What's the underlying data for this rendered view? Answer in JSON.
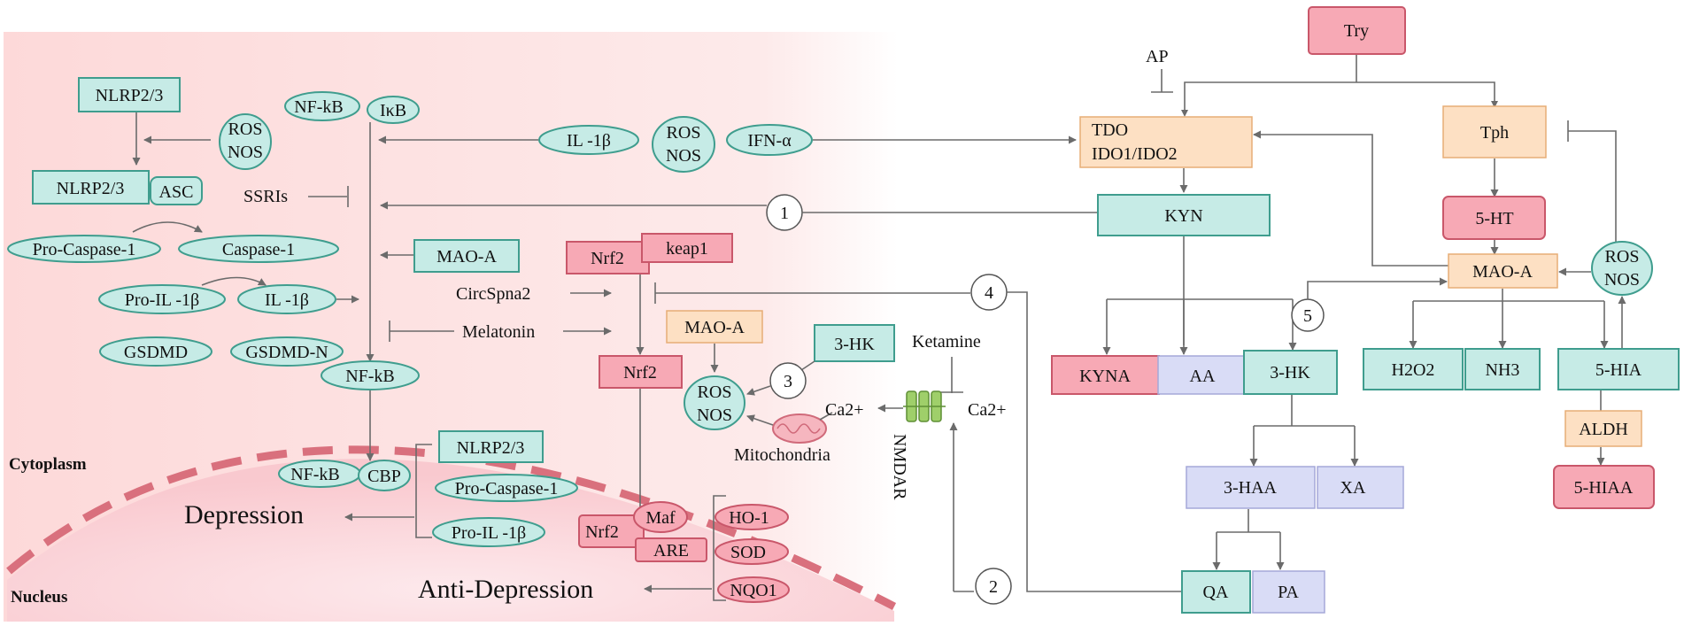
{
  "left_panel": {
    "region_cytoplasm": "Cytoplasm",
    "region_nucleus": "Nucleus",
    "nlrp_top": "NLRP2/3",
    "ros_nos_1_a": "ROS",
    "ros_nos_1_b": "NOS",
    "nlrp_asc": "NLRP2/3",
    "asc": "ASC",
    "pro_caspase": "Pro-Caspase-1",
    "caspase": "Caspase-1",
    "pro_il1b": "Pro-IL -1β",
    "il1b_small": "IL -1β",
    "gsdmd": "GSDMD",
    "gsdmd_n": "GSDMD-N",
    "nfkb_top": "NF-kB",
    "ikb": "IκB",
    "ssris": "SSRIs",
    "il1b_mid": "IL -1β",
    "ros_nos_2_a": "ROS",
    "ros_nos_2_b": "NOS",
    "ifn": "IFN-α",
    "mao_a_teal": "MAO-A",
    "nfkb_mid": "NF-kB",
    "circspna2": "CircSpna2",
    "melatonin": "Melatonin",
    "nfkb_nuc": "NF-kB",
    "cbp": "CBP",
    "nuc_nlrp": "NLRP2/3",
    "nuc_pro_caspase": "Pro-Caspase-1",
    "nuc_pro_il1b": "Pro-IL -1β",
    "depression": "Depression",
    "nrf2_top": "Nrf2",
    "keap1": "keap1",
    "nrf2_mid": "Nrf2",
    "mao_a_orange": "MAO-A",
    "hk3_teal": "3-HK",
    "ros_nos_3_a": "ROS",
    "ros_nos_3_b": "NOS",
    "mitochondria": "Mitochondria",
    "ketamine": "Ketamine",
    "ca_in": "Ca2+",
    "ca_out": "Ca2+",
    "nmdar": "NMDAR",
    "nrf2_nuc": "Nrf2",
    "maf": "Maf",
    "are": "ARE",
    "ho1": "HO-1",
    "sod": "SOD",
    "nqo1": "NQO1",
    "anti_depression": "Anti-Depression"
  },
  "right_panel": {
    "try": "Try",
    "ap": "AP",
    "tdo": "TDO",
    "ido": "IDO1/IDO2",
    "tph": "Tph",
    "kyn": "KYN",
    "ht5": "5-HT",
    "mao_a": "MAO-A",
    "ros": "ROS",
    "nos": "NOS",
    "kyna": "KYNA",
    "aa": "AA",
    "hk3": "3-HK",
    "h2o2": "H2O2",
    "nh3": "NH3",
    "hia5": "5-HIA",
    "aldh": "ALDH",
    "hiaa5": "5-HIAA",
    "haa3": "3-HAA",
    "xa": "XA",
    "qa": "QA",
    "pa": "PA"
  },
  "step_markers": [
    "1",
    "2",
    "3",
    "4",
    "5"
  ],
  "colors": {
    "teal_fill": "#c6ebe6",
    "teal_stroke": "#3f9d8e",
    "pink_fill": "#f7a9b5",
    "orange_fill": "#fde0c3",
    "lavender_fill": "#d9dcf6",
    "cell_background": "#fde5e5",
    "nucleus_fill": "#fbd3d7",
    "membrane": "#d9707d"
  }
}
